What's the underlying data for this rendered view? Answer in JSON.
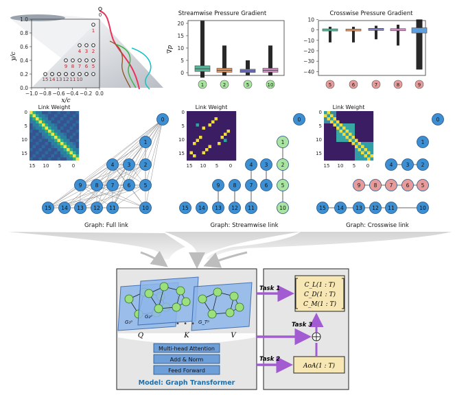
{
  "airfoil_panel": {
    "y_axis_label": "y/c",
    "x_axis_label": "x/c",
    "y_ticks": [
      "0.0",
      "0.2",
      "0.4",
      "0.6",
      "0.8",
      "1.0"
    ],
    "x_ticks": [
      "−1.0",
      "−0.8",
      "−0.6",
      "−0.4",
      "−0.2",
      "0.0"
    ],
    "top_sensor": "0",
    "sensor_labels": [
      {
        "text": "1"
      },
      {
        "text": "4"
      },
      {
        "text": "3"
      },
      {
        "text": "2"
      },
      {
        "text": "9"
      },
      {
        "text": "8"
      },
      {
        "text": "7"
      },
      {
        "text": "6"
      },
      {
        "text": "5"
      },
      {
        "text": "15"
      },
      {
        "text": "14"
      },
      {
        "text": "13"
      },
      {
        "text": "12"
      },
      {
        "text": "11"
      },
      {
        "text": "10"
      }
    ]
  },
  "streamwise_gradient": {
    "title": "Streamwise Pressure Gradient",
    "ylabel": "∇p",
    "y_ticks": [
      "0",
      "5",
      "10",
      "15",
      "20"
    ],
    "categories": [
      "1",
      "2",
      "5",
      "10"
    ]
  },
  "crosswise_gradient": {
    "title": "Crosswise Pressure Gradient",
    "y_ticks": [
      "10",
      "0",
      "−10",
      "−20",
      "−30",
      "−40"
    ],
    "categories": [
      "5",
      "6",
      "7",
      "8",
      "9"
    ]
  },
  "graphs": [
    {
      "heatmap_title": "Link Weight",
      "heatmap_ticks": [
        "0",
        "5",
        "10",
        "15"
      ],
      "caption": "Graph: Full link"
    },
    {
      "heatmap_title": "Link Weight",
      "heatmap_ticks": [
        "0",
        "5",
        "10",
        "15"
      ],
      "caption": "Graph: Streamwise link"
    },
    {
      "heatmap_title": "Link Weight",
      "heatmap_ticks": [
        "0",
        "5",
        "10",
        "15"
      ],
      "caption": "Graph: Crosswise link"
    }
  ],
  "node_numbers": [
    "0",
    "1",
    "2",
    "3",
    "4",
    "5",
    "6",
    "7",
    "8",
    "9",
    "10",
    "11",
    "12",
    "13",
    "14",
    "15"
  ],
  "model": {
    "layer_labels": [
      "G₁ᵖ",
      "G₂ᵖ",
      "G_Tᵖ"
    ],
    "ellipsis": "• • •",
    "qkv": [
      "Q",
      "K",
      "V"
    ],
    "blocks": [
      "Multi-head Attention",
      "Add & Norm",
      "Feed Forward"
    ],
    "title": "Model: Graph Transformer"
  },
  "tasks": {
    "task1": "Task 1",
    "task2": "Task 2",
    "task3": "Task 3",
    "coeffs": [
      "C_L(1 : T)",
      "C_D(1 : T)",
      "C_M(1 : T)"
    ],
    "aoa": "AoA(1 : T)",
    "combine_symbol": "⊕"
  },
  "colors": {
    "node_blue": "#3d8fd1",
    "node_green": "#a9e5a1",
    "node_red": "#e79c9c",
    "task_arrow": "#a25bd1",
    "output_box": "#f6e7b4",
    "model_title": "#1f6ea8"
  }
}
